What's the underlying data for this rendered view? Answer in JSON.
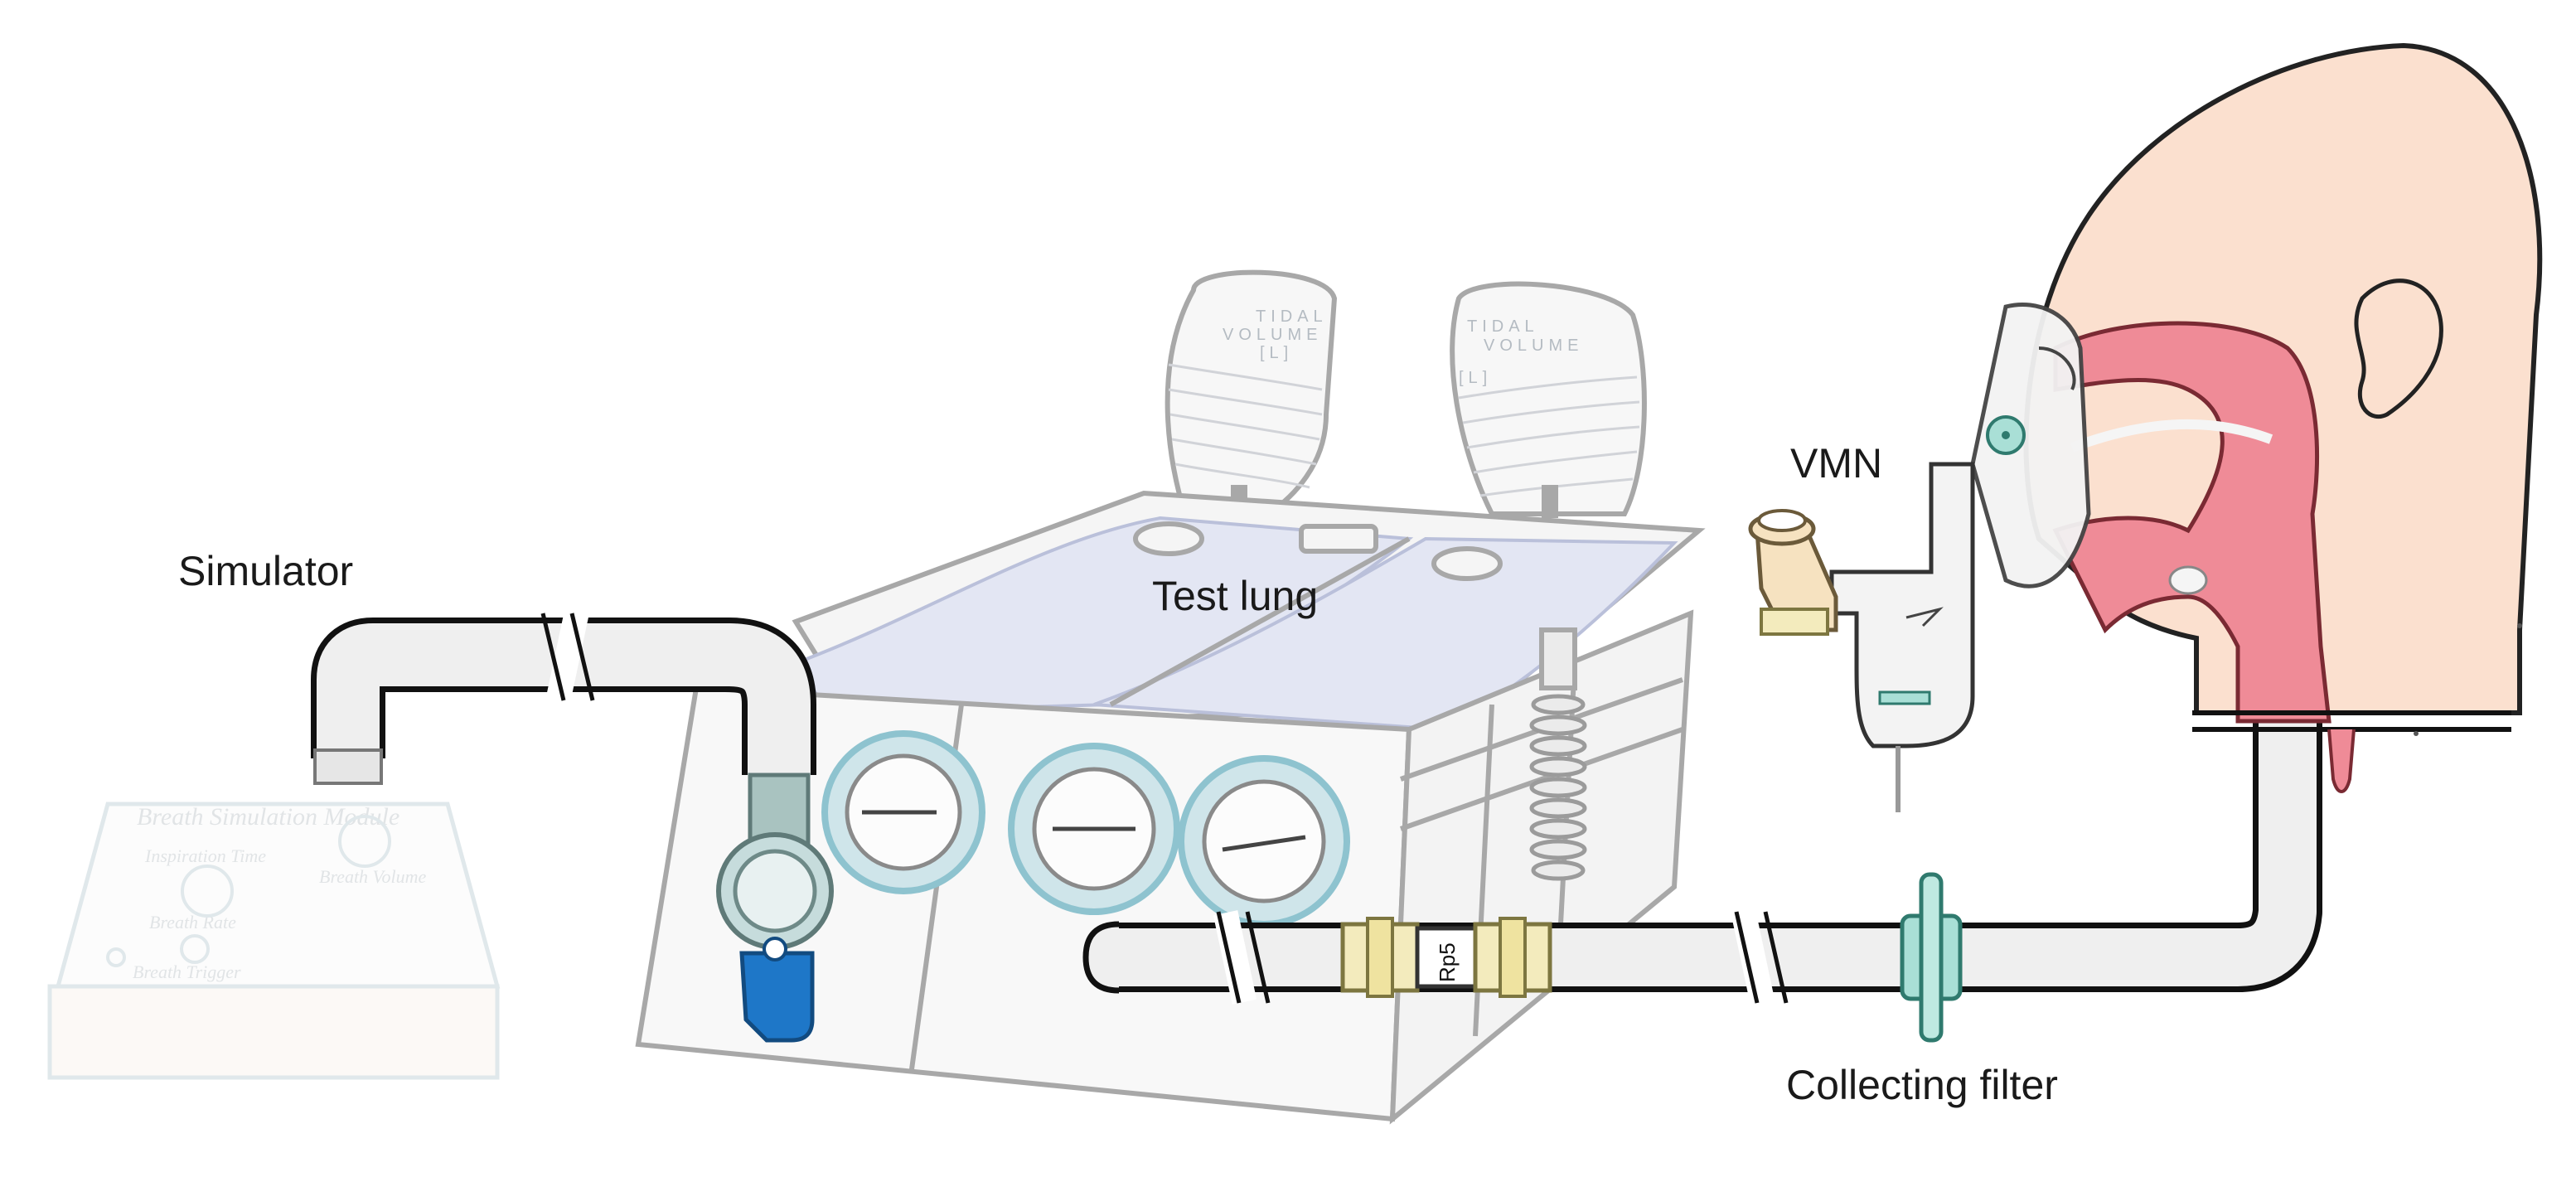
{
  "labels": {
    "simulator": "Simulator",
    "test_lung": "Test lung",
    "vmn": "VMN",
    "collecting_filter": "Collecting filter",
    "rp5": "Rp5"
  },
  "simulator_panel": {
    "title": "Breath Simulation Module",
    "inspiration_time": "Inspiration Time",
    "breath_volume": "Breath Volume",
    "breath_rate": "Breath Rate",
    "breath_trigger": "Breath Trigger"
  },
  "gauges": {
    "tidal": "TIDAL",
    "volume": "VOLUME",
    "unit": "[L]"
  },
  "colors": {
    "tube_fill": "#efefef",
    "tube_stroke": "#111111",
    "lung_fill": "#dfe2f2",
    "gauge_ring": "#a9d3dd",
    "valve_blue": "#1e77c8",
    "filter_green": "#a9dfd6",
    "connector_yellow": "#f3ebbd",
    "airway_red": "#ef8b97",
    "skin": "#fbe0cf"
  }
}
